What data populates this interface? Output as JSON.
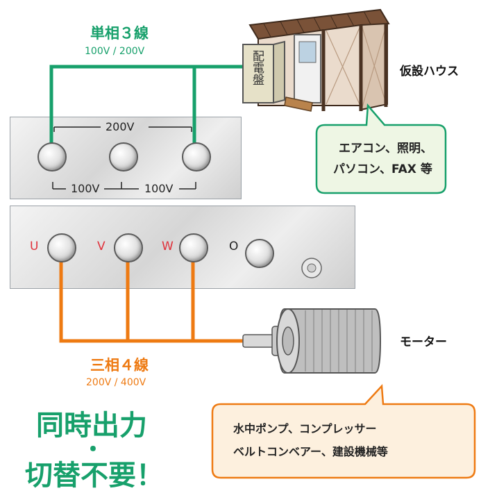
{
  "single_phase": {
    "title": "単相３線",
    "voltage": "100V / 200V"
  },
  "three_phase": {
    "title": "三相４線",
    "voltage": "200V / 400V"
  },
  "house": {
    "label": "仮設ハウス",
    "panel_text": "配電盤"
  },
  "upper_panel": {
    "top_voltage": "200V",
    "bottom_left_voltage": "100V",
    "bottom_right_voltage": "100V"
  },
  "lower_panel": {
    "terminals": [
      "U",
      "V",
      "W",
      "O"
    ]
  },
  "callout_house": {
    "line1": "エアコン、照明、",
    "line2": "パソコン、FAX 等"
  },
  "motor": {
    "label": "モーター"
  },
  "callout_motor": {
    "line1": "水中ポンプ、コンプレッサー",
    "line2": "ベルトコンベアー、建設機械等"
  },
  "slogan": {
    "line1": "同時出力",
    "dot": "・",
    "line2": "切替不要！"
  },
  "colors": {
    "green": "#17a06b",
    "orange": "#ee7a12",
    "red": "#e0303a",
    "callout_green_bg": "#eef6e4",
    "callout_orange_bg": "#fdf0de"
  }
}
